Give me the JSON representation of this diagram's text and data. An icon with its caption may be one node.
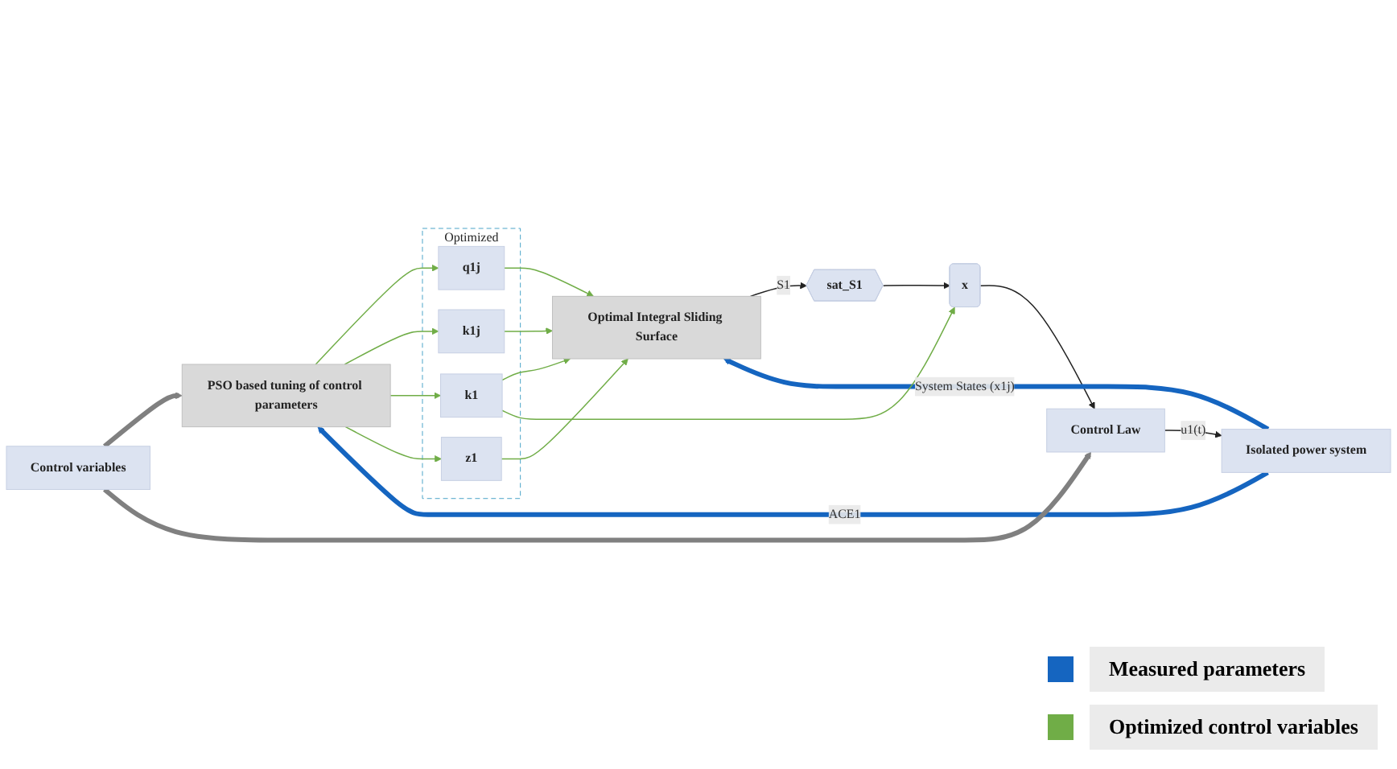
{
  "diagram": {
    "nodes": [
      {
        "text": [
          "Optimal Integral Sliding Surface"
        ]
      },
      {
        "text": [
          "sat_S1"
        ]
      },
      {
        "text": [
          "x"
        ]
      },
      {
        "text": [
          "Control Law"
        ]
      },
      {
        "text": [
          "Isolated power system"
        ]
      },
      {
        "text": [
          "Optimized"
        ]
      },
      {
        "text": [
          "q1j"
        ],
        "in": 5
      },
      {
        "text": [
          "k1j"
        ],
        "in": 5
      },
      {
        "text": [
          "k1"
        ],
        "in": 5
      },
      {
        "text": [
          "z1"
        ],
        "in": 5
      },
      {
        "text": [
          "PSO based tuning of control parameters"
        ]
      },
      {
        "text": [
          "Control variables"
        ]
      }
    ],
    "edges": [
      {
        "from": 0,
        "to": 1,
        "arrow": "to",
        "label": "S1",
        "color": "#222222"
      },
      {
        "from": 1,
        "to": 2,
        "arrow": "to",
        "color": "#222222"
      },
      {
        "from": 2,
        "to": 3,
        "arrow": "to",
        "color": "#222222"
      },
      {
        "from": 3,
        "to": 4,
        "arrow": "to",
        "label": "u1(t)",
        "color": "#222222"
      },
      {
        "from": 4,
        "to": 0,
        "arrow": "to",
        "label": "System States (x1j)",
        "style": "thick",
        "color": "#1565c0"
      },
      {
        "from": 4,
        "to": 10,
        "arrow": "to",
        "label": "ACE1",
        "style": "thick",
        "color": "#1565c0"
      },
      {
        "from": 10,
        "to": 6,
        "arrow": "to",
        "color": "#70ad47"
      },
      {
        "from": 10,
        "to": 7,
        "arrow": "to",
        "color": "#70ad47"
      },
      {
        "from": 10,
        "to": 8,
        "arrow": "to",
        "color": "#70ad47"
      },
      {
        "from": 10,
        "to": 9,
        "arrow": "to",
        "color": "#70ad47"
      },
      {
        "from": 6,
        "to": 0,
        "arrow": "to",
        "color": "#70ad47"
      },
      {
        "from": 7,
        "to": 0,
        "arrow": "to",
        "color": "#70ad47"
      },
      {
        "from": 8,
        "to": 0,
        "arrow": "to",
        "color": "#70ad47"
      },
      {
        "from": 9,
        "to": 0,
        "arrow": "to",
        "color": "#70ad47"
      },
      {
        "from": 8,
        "to": 2,
        "arrow": "to",
        "color": "#70ad47"
      },
      {
        "from": 11,
        "to": 10,
        "arrow": "to",
        "style": "thick",
        "color": "#808080"
      },
      {
        "from": 11,
        "to": 3,
        "arrow": "to",
        "style": "thick",
        "color": "#808080"
      }
    ],
    "legend": [
      {
        "text": "Measured parameters",
        "color": "#1565c0"
      },
      {
        "text": "Optimized control variables",
        "color": "#70ad47"
      }
    ]
  }
}
